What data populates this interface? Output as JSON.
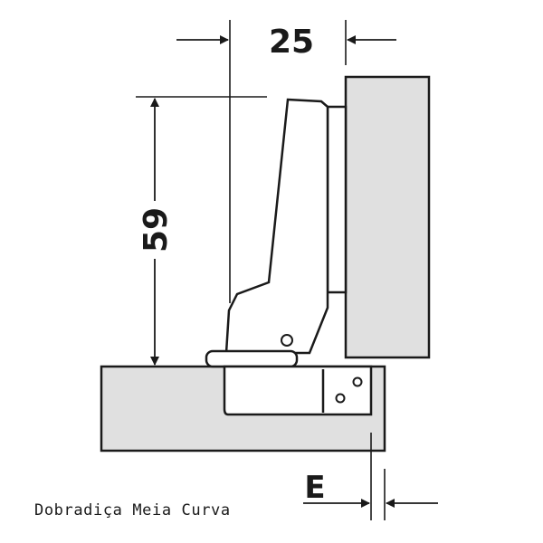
{
  "dimensions": {
    "horizontal": "25",
    "vertical": "59",
    "overlay": "E"
  },
  "caption": "Dobradiça Meia Curva",
  "colors": {
    "panel_fill": "#e0e0e0",
    "line": "#1a1a1a",
    "background": "#ffffff"
  }
}
